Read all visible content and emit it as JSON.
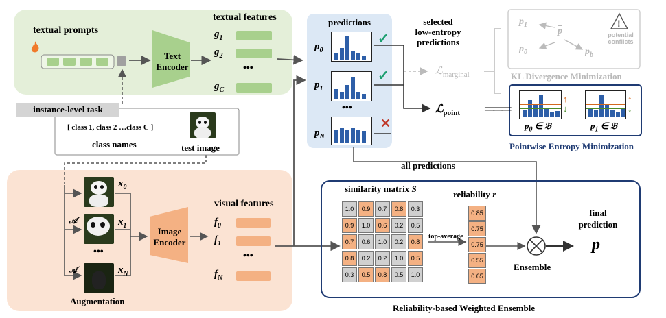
{
  "text_branch": {
    "title": "textual prompts",
    "encoder": "Text\nEncoder",
    "features_title": "textual features",
    "features": [
      "g₁",
      "g₂",
      "•••",
      "gᴄ"
    ]
  },
  "task": {
    "tag": "instance-level task",
    "classes": "[ class 1, class 2 …class C ]",
    "class_names_label": "class names",
    "test_image_label": "test image"
  },
  "image_branch": {
    "views": [
      "x0",
      "x1",
      "xN"
    ],
    "aug_symbol": "𝒜",
    "dots": "•••",
    "augmentation_label": "Augmentation",
    "encoder": "Image\nEncoder",
    "features_title": "visual features",
    "features": [
      "f0",
      "f1",
      "•••",
      "fN"
    ]
  },
  "predictions": {
    "title": "predictions",
    "items": [
      "p0",
      "p1",
      "•••",
      "pN"
    ],
    "selected_label": "selected\nlow-entropy\npredictions",
    "marginal": "ℒmarginal",
    "point": "ℒpoint",
    "equiv": "══",
    "all_predictions": "all predictions"
  },
  "kl_box": {
    "title": "KL Divergence Minimization",
    "nodes": [
      "p1",
      "p̅",
      "p0",
      "pb"
    ],
    "warning": "potential\nconflicts"
  },
  "pem_box": {
    "title": "Pointwise Entropy Minimization",
    "labels": [
      "p0 ∈ 𝔅",
      "p1 ∈ 𝔅"
    ]
  },
  "ensemble": {
    "sim_title": "similarity matrix S",
    "rel_title": "reliability r",
    "matrix": [
      [
        "1.0",
        "0.9",
        "0.7",
        "0.8",
        "0.3"
      ],
      [
        "0.9",
        "1.0",
        "0.6",
        "0.2",
        "0.5"
      ],
      [
        "0.7",
        "0.6",
        "1.0",
        "0.2",
        "0.8"
      ],
      [
        "0.8",
        "0.2",
        "0.2",
        "1.0",
        "0.5"
      ],
      [
        "0.3",
        "0.5",
        "0.8",
        "0.5",
        "1.0"
      ]
    ],
    "reliability": [
      "0.85",
      "0.75",
      "0.75",
      "0.55",
      "0.65"
    ],
    "top_avg": "top-average",
    "ensemble_label": "Ensemble",
    "final_pred": "final\nprediction",
    "p": "p",
    "footer": "Reliability-based Weighted Ensemble"
  },
  "colors": {
    "green_panel": "#e4efd9",
    "peach_panel": "#fbe3d3",
    "blue_panel": "#dce8f5",
    "green_feat": "#a8d08d",
    "orange_feat": "#f4b183",
    "bar_blue": "#2e5fa8",
    "check": "#1a9e6e",
    "cross": "#c0392b"
  }
}
